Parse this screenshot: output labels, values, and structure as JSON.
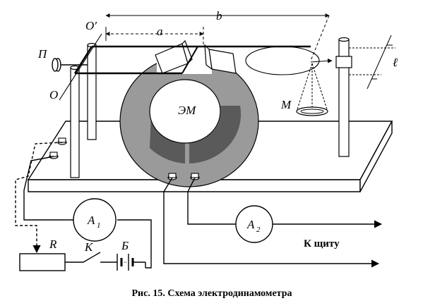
{
  "figure": {
    "labels": {
      "o_prime": "O′",
      "o": "O",
      "p": "П",
      "a": "a",
      "b": "b",
      "l": "ℓ",
      "em": "ЭМ",
      "m": "М",
      "a1_main": "A",
      "a1_sub": "1",
      "a2_main": "A",
      "a2_sub": "2",
      "r": "R",
      "k": "К",
      "b_battery": "Б",
      "to_panel": "К щиту"
    },
    "caption": "Рис. 15. Схема электродинамометра"
  },
  "colors": {
    "ink": "#000000",
    "ring": "#9a9a9a",
    "ring_shadow": "#5a5a5a",
    "background": "#ffffff"
  }
}
